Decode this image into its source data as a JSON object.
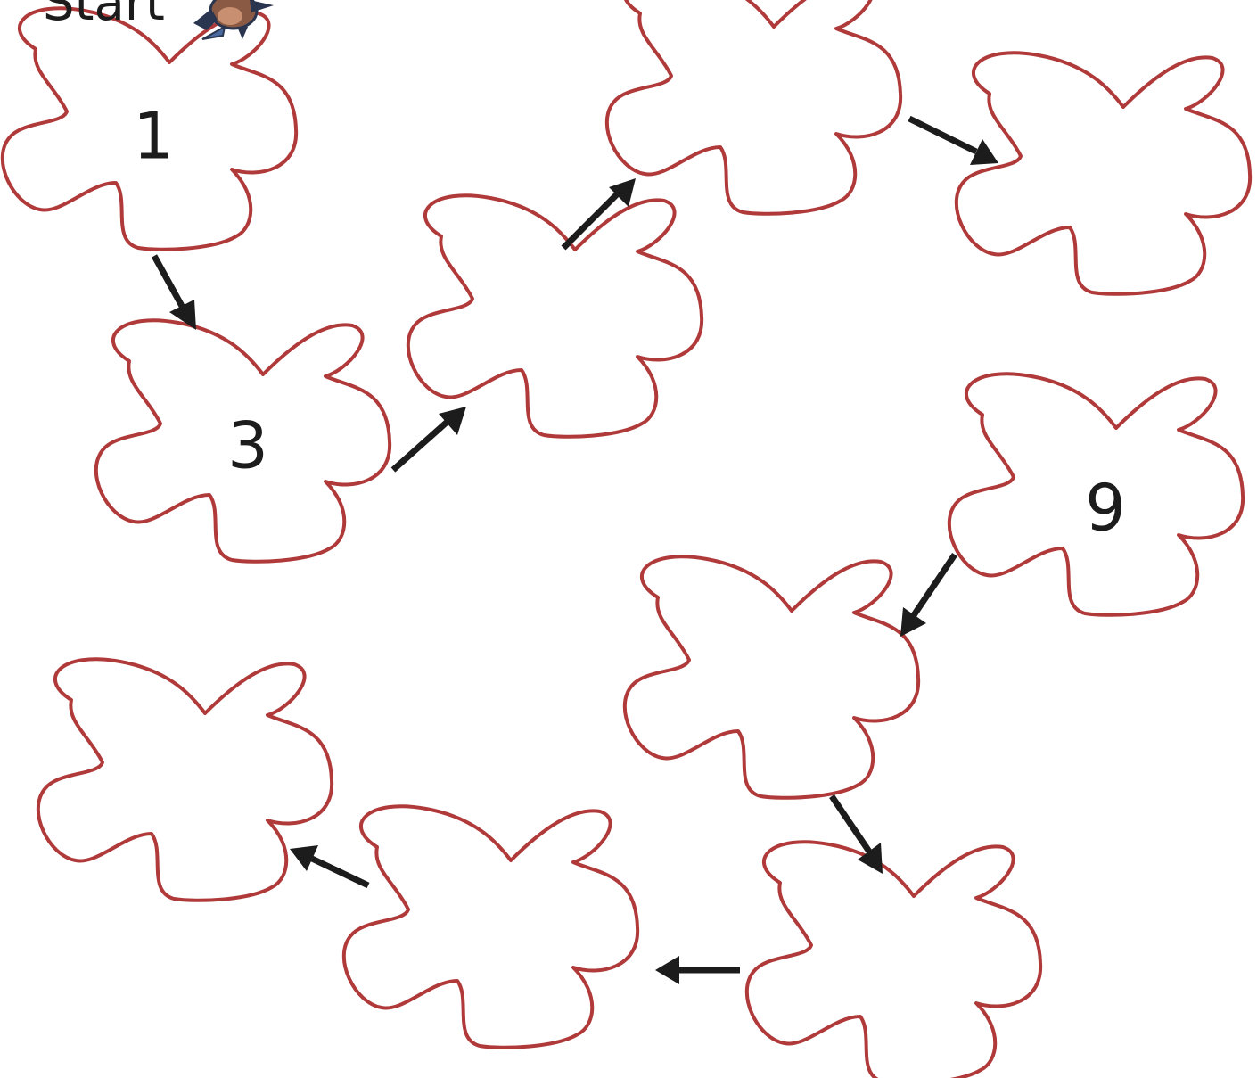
{
  "start_label": "Start",
  "start_icon": "bird-icon",
  "blob_color": "#b03a3a",
  "arrow_color": "#1c1c1c",
  "steps": [
    {
      "id": "step-1",
      "label": "1"
    },
    {
      "id": "step-2",
      "label": ""
    },
    {
      "id": "step-3",
      "label": "3"
    },
    {
      "id": "step-4",
      "label": ""
    },
    {
      "id": "step-5",
      "label": ""
    },
    {
      "id": "step-6",
      "label": ""
    },
    {
      "id": "step-7",
      "label": "9"
    },
    {
      "id": "step-8",
      "label": ""
    },
    {
      "id": "step-9",
      "label": ""
    },
    {
      "id": "step-10",
      "label": ""
    },
    {
      "id": "step-11",
      "label": ""
    }
  ]
}
